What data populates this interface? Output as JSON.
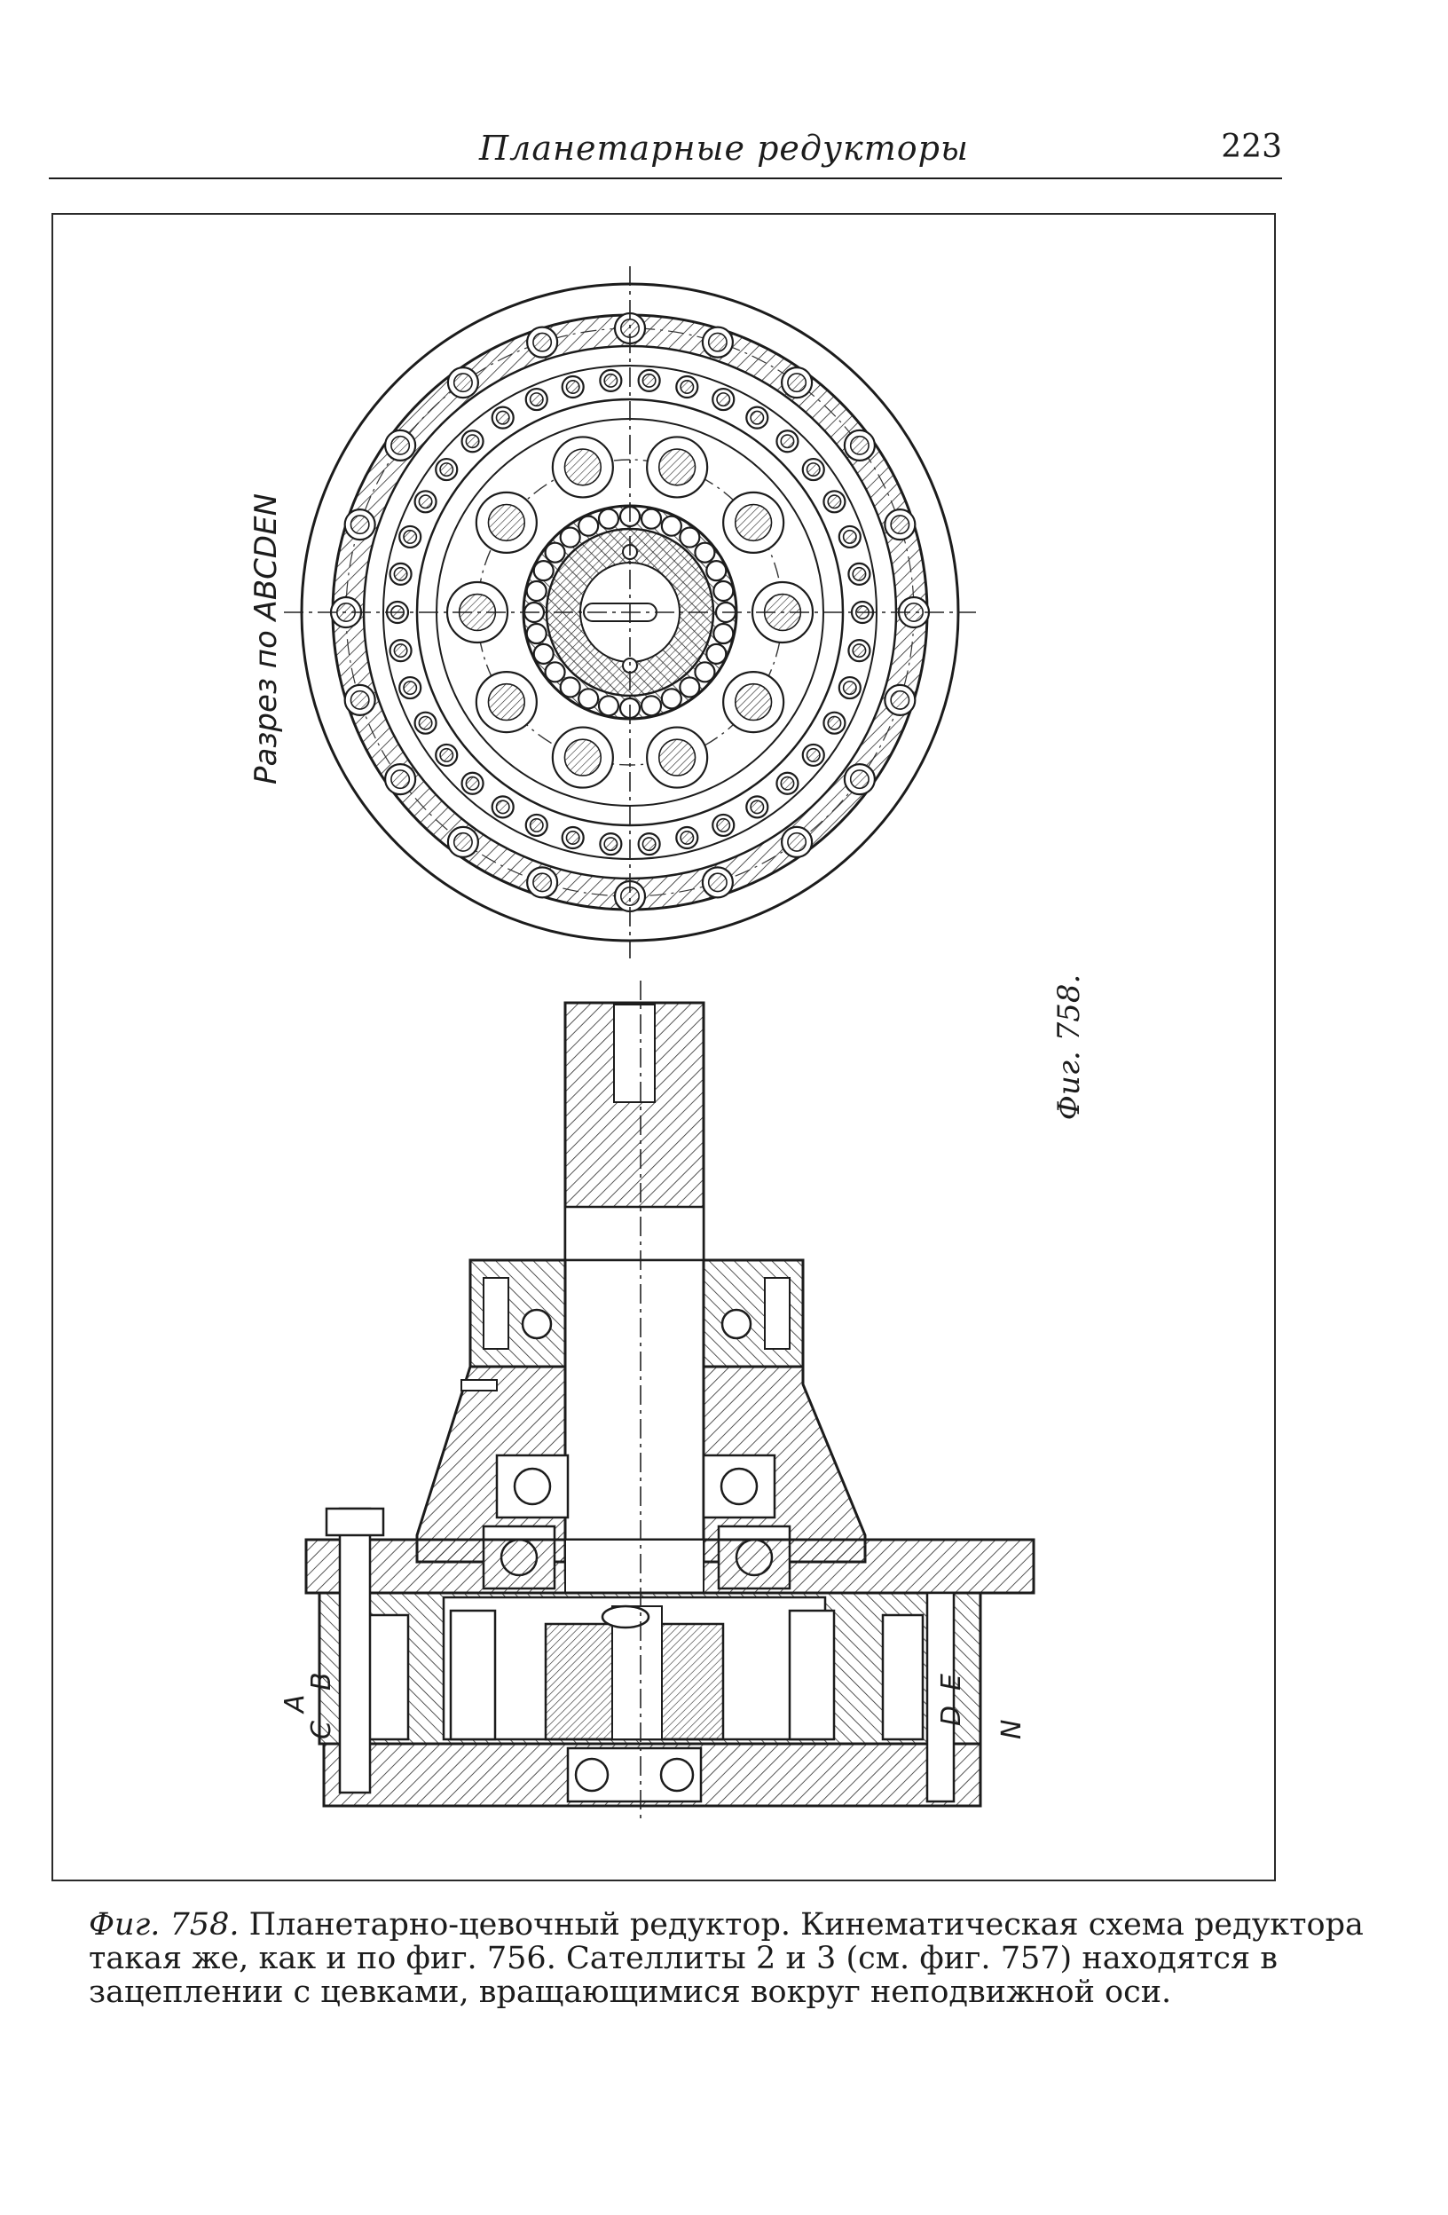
{
  "header": {
    "running_title": "Планетарные редукторы",
    "page_number": "223"
  },
  "figure": {
    "section_label": "Разрез по ABCDEN",
    "side_label": "Фиг. 758.",
    "section_letters": [
      "A",
      "B",
      "C",
      "D",
      "E",
      "N"
    ]
  },
  "caption": {
    "fig_ref": "Фиг. 758.",
    "line1_rest": " Планетарно-цевочный редуктор. Кинематическая схема редуктора",
    "line2": "такая же, как и по фиг. 756. Сателлиты 2 и 3 (см. фиг. 757) находятся в",
    "line3": "зацеплении с цевками, вращающимися вокруг неподвижной оси."
  }
}
